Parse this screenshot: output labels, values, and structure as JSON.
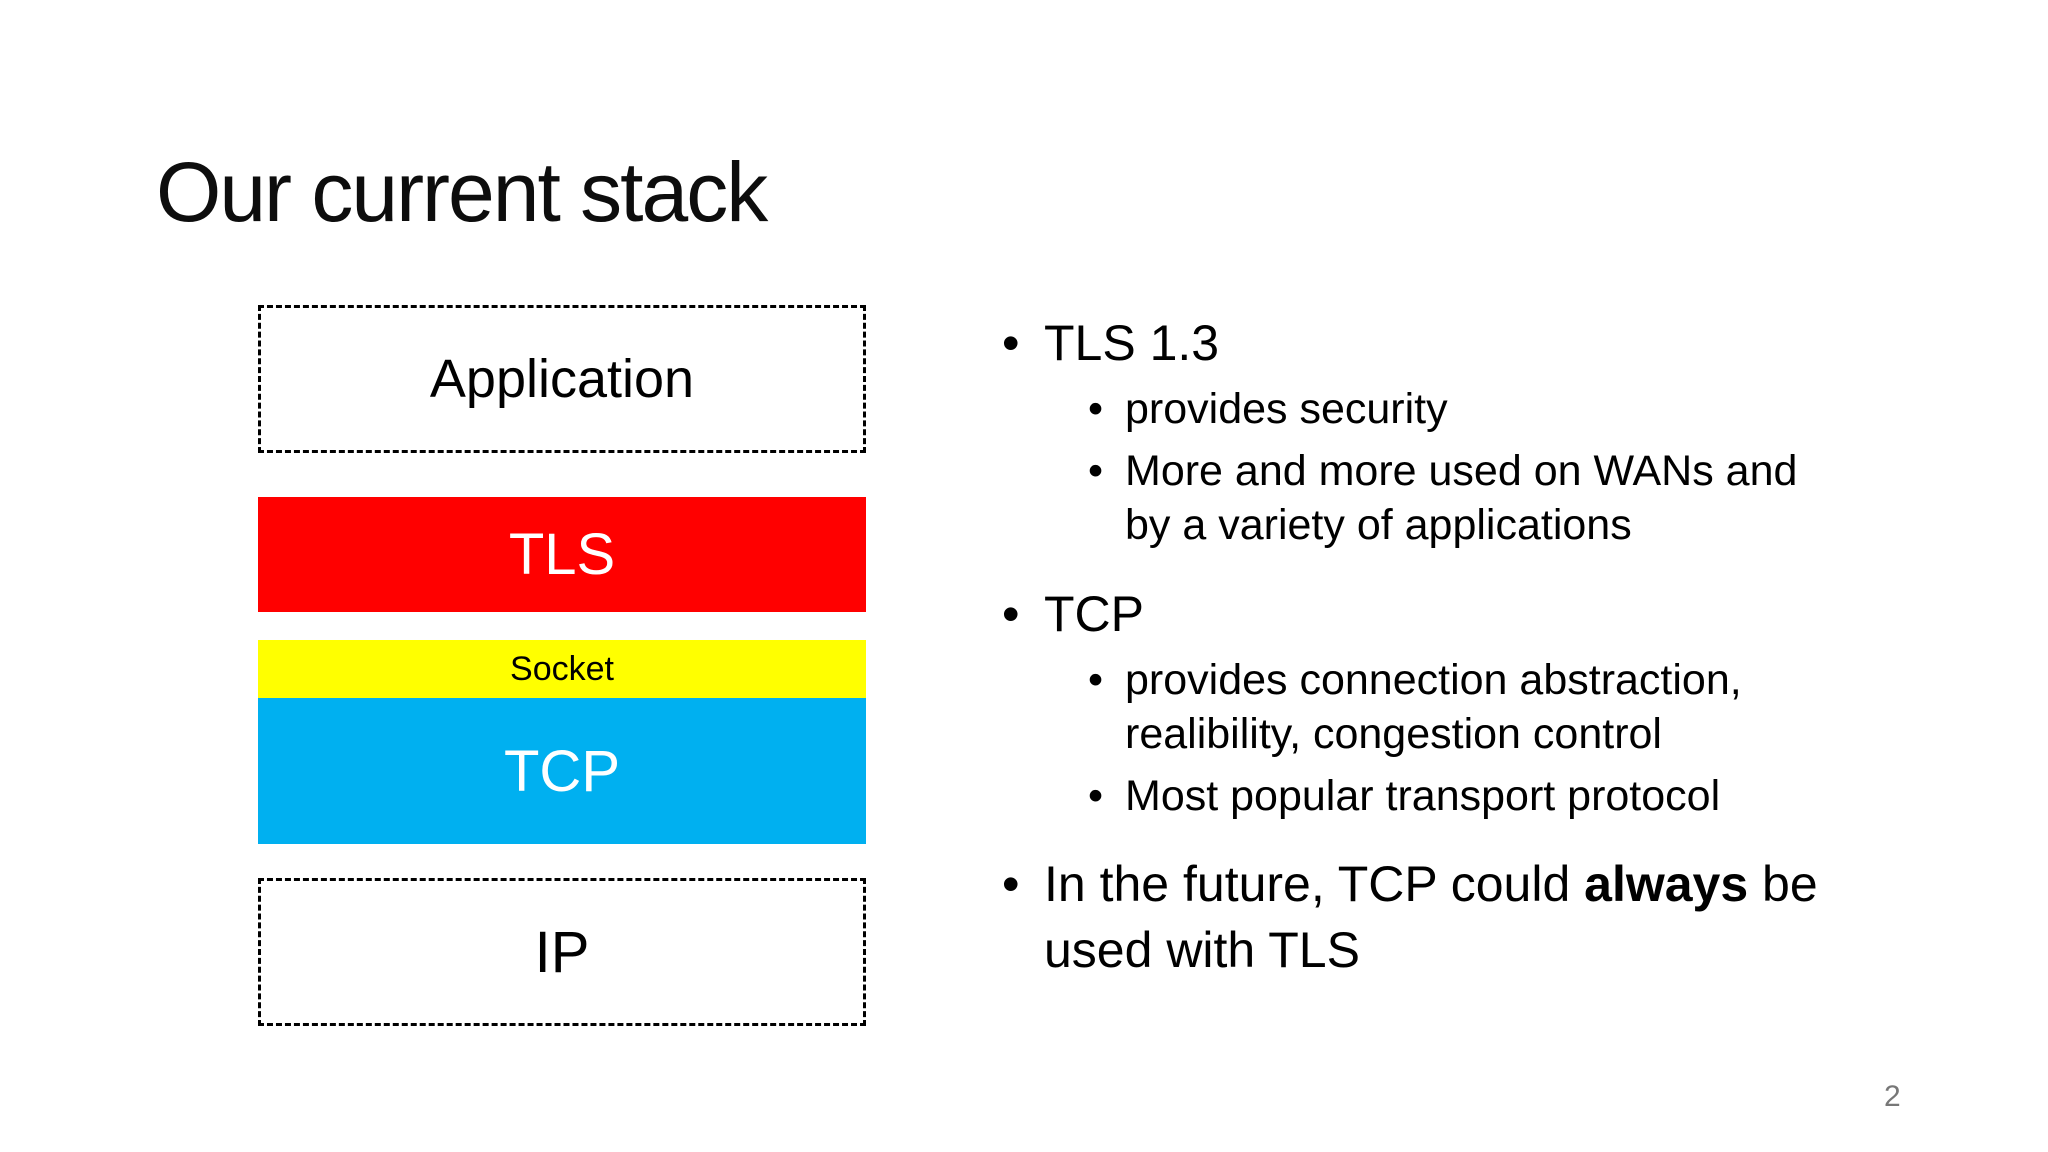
{
  "slide": {
    "title": "Our current stack",
    "page_number": "2",
    "stack": {
      "layers": [
        {
          "id": "application",
          "label": "Application",
          "kind": "dashed-outline"
        },
        {
          "id": "tls",
          "label": "TLS",
          "kind": "solid",
          "bg": "#FF0000",
          "fg": "#FFFFFF",
          "style_css": "background:#FF0000;color:#FFFFFF"
        },
        {
          "id": "socket",
          "label": "Socket",
          "kind": "solid",
          "bg": "#FFFF00",
          "fg": "#000000",
          "style_css": "background:#FFFF00;color:#000000"
        },
        {
          "id": "tcp",
          "label": "TCP",
          "kind": "solid",
          "bg": "#00B0F0",
          "fg": "#FFFFFF",
          "style_css": "background:#00B0F0;color:#FFFFFF"
        },
        {
          "id": "ip",
          "label": "IP",
          "kind": "dashed-outline"
        }
      ]
    },
    "bullets": [
      {
        "level": 1,
        "marker": "•",
        "text": "TLS 1.3"
      },
      {
        "level": 2,
        "marker": "•",
        "text": "provides security"
      },
      {
        "level": 2,
        "marker": "•",
        "text": "More and more used on WANs and\nby a variety of applications"
      },
      {
        "level": 1,
        "marker": "•",
        "text": "TCP"
      },
      {
        "level": 2,
        "marker": "•",
        "text": "provides connection abstraction,\nrealibility, congestion control"
      },
      {
        "level": 2,
        "marker": "•",
        "text": "Most popular transport protocol"
      },
      {
        "level": 1,
        "marker": "•",
        "parts": [
          "In the future, TCP could ",
          "always",
          " be\nused with TLS"
        ]
      }
    ],
    "colors": {
      "background": "#FFFFFF",
      "text": "#000000",
      "tls_bg": "#FF0000",
      "socket_bg": "#FFFF00",
      "tcp_bg": "#00B0F0",
      "page_number": "#777777"
    }
  }
}
